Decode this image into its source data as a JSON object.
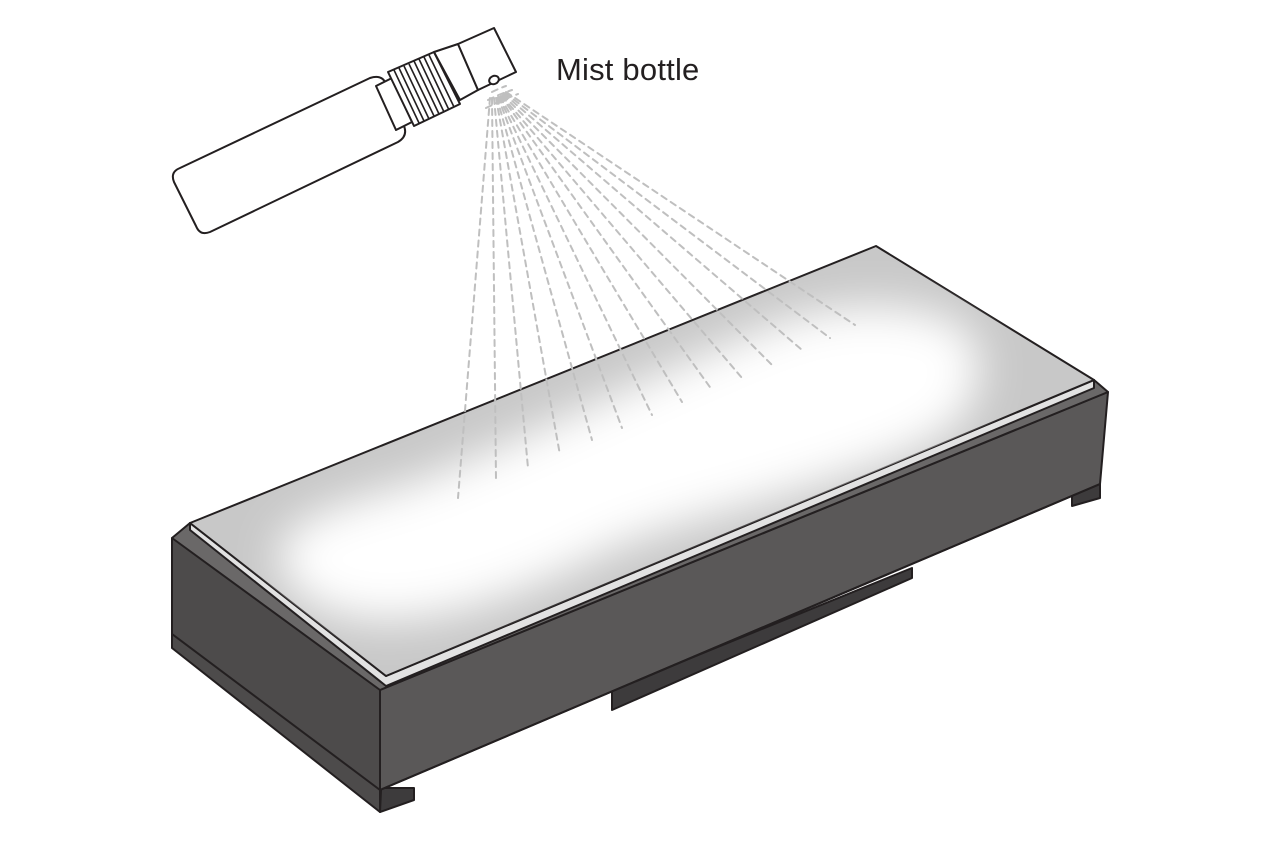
{
  "labels": {
    "mist_bottle": "Mist bottle"
  },
  "colors": {
    "outline": "#231f20",
    "base_front": "#4d4b4b",
    "base_side": "#5a5858",
    "base_dark": "#3d3b3c",
    "stone_top": "#c8c8c8",
    "stone_edge": "#e2e2e2",
    "wet_area": "#ffffff",
    "mist_spray": "#bfbfbf"
  },
  "icons": {
    "bottle": "mist-bottle-icon",
    "spray": "mist-spray-lines",
    "stone": "whetstone-on-base"
  }
}
